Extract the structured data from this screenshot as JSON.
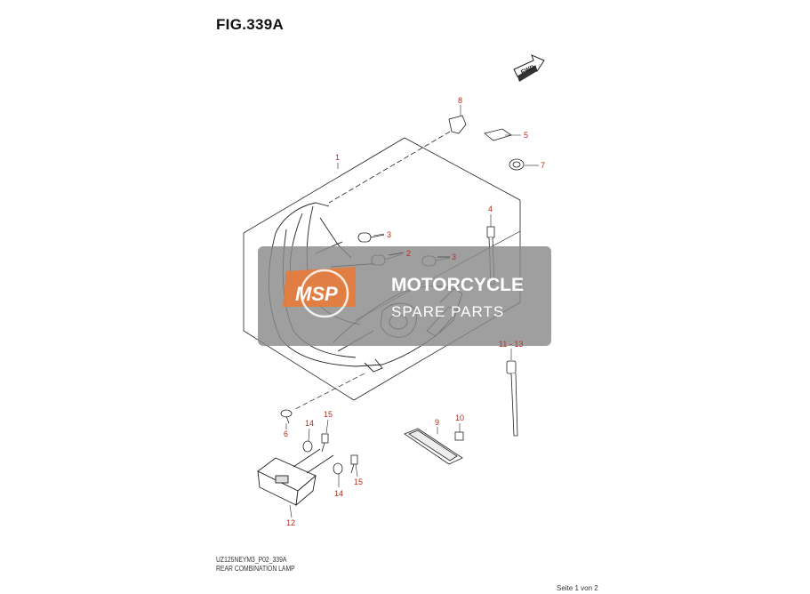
{
  "figure": {
    "title": "FIG.339A",
    "model_code": "UZ125NEYM3_P02_339A",
    "caption": "REAR COMBINATION LAMP",
    "page_label": "Seite 1 von 2"
  },
  "arrow": {
    "label": "FWD"
  },
  "watermark": {
    "logo": "MSP",
    "line1": "MOTORCYCLE",
    "line2": "SPARE PARTS"
  },
  "callouts": {
    "c1": "1",
    "c2": "2",
    "c3a": "3",
    "c3b": "3",
    "c4": "4",
    "c5": "5",
    "c6": "6",
    "c7": "7",
    "c8": "8",
    "c9": "9",
    "c10": "10",
    "c11": "11 - 13",
    "c12": "12",
    "c14a": "14",
    "c14b": "14",
    "c15a": "15",
    "c15b": "15"
  },
  "colors": {
    "callout": "#b03020",
    "line": "#222222",
    "watermark_bg": "#8a8a8a",
    "watermark_accent": "#e87a3a"
  }
}
